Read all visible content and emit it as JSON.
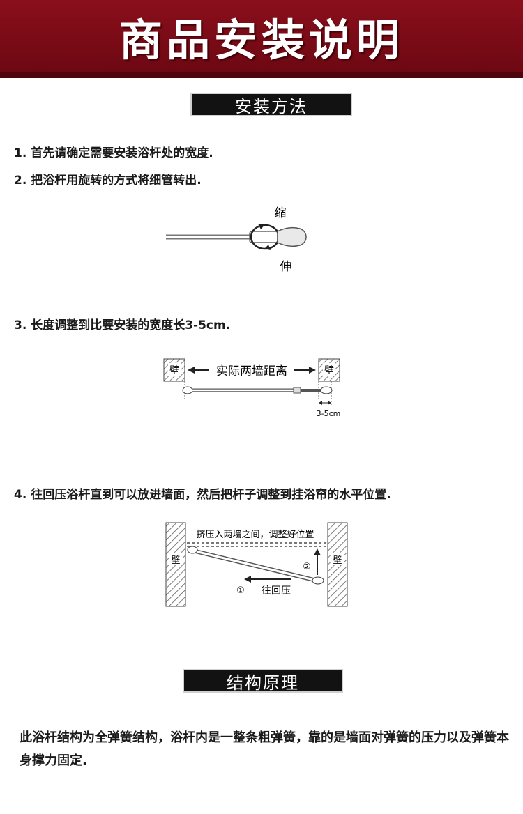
{
  "banner": {
    "title": "商品安装说明"
  },
  "sections": {
    "install": "安装方法",
    "structure": "结构原理"
  },
  "steps": {
    "s1": "1. 首先请确定需要安装浴杆处的宽度.",
    "s2": "2. 把浴杆用旋转的方式将细管转出.",
    "s3": "3. 长度调整到比要安装的宽度长3-5cm.",
    "s4": "4. 往回压浴杆直到可以放进墙面，然后把杆子调整到挂浴帘的水平位置."
  },
  "diagram1": {
    "shrink": "缩",
    "extend": "伸"
  },
  "diagram2": {
    "wall_left": "壁",
    "wall_right": "壁",
    "distance": "实际两墙距离",
    "extra": "3-5cm"
  },
  "diagram3": {
    "wall_left": "壁",
    "wall_right": "壁",
    "squeeze": "挤压入两墙之间，调整好位置",
    "step1": "①",
    "step2": "②",
    "press_back": "往回压"
  },
  "structure_text": "此浴杆结构为全弹簧结构，浴杆内是一整条粗弹簧，靠的是墙面对弹簧的压力以及弹簧本身撑力固定."
}
